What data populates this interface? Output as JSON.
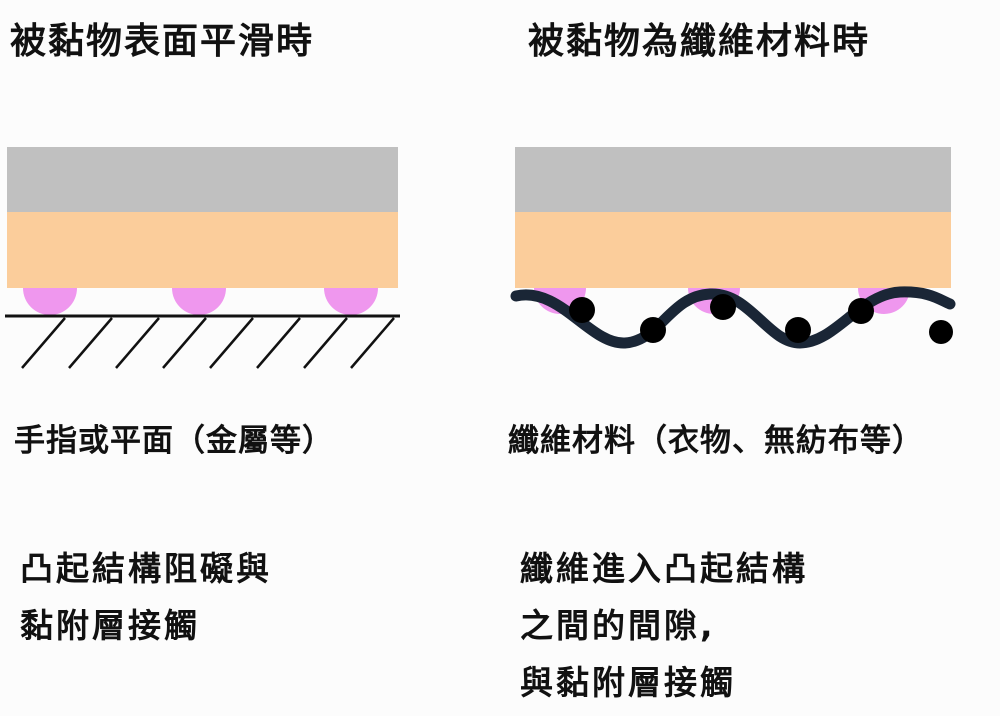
{
  "left": {
    "title": "被黏物表面平滑時",
    "caption": "手指或平面（金屬等）",
    "note_lines": [
      "凸起結構阻礙與",
      "黏附層接觸"
    ]
  },
  "right": {
    "title": "被黏物為纖維材料時",
    "caption": "纖維材料（衣物、無紡布等）",
    "note_lines": [
      "纖維進入凸起結構",
      "之間的間隙,",
      "與黏附層接觸"
    ]
  },
  "colors": {
    "backing_layer": "#c0c0c0",
    "adhesive_layer": "#fbcd9b",
    "protrusion": "#ef97ee",
    "surface_line": "#111111",
    "fiber": "#1a2636",
    "fiber_dot": "#000000"
  }
}
